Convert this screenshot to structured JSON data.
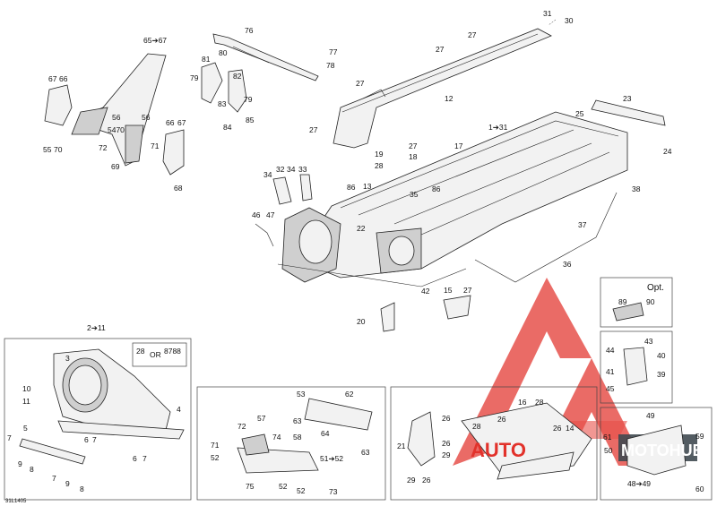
{
  "diagram_code": "31L1405",
  "option_label": "Opt.",
  "watermark": {
    "left": "AUTO",
    "right": "MOTOHUB",
    "color_red": "#e2322b",
    "color_dark": "#1f2a33"
  },
  "callouts": [
    {
      "id": "c31",
      "text": "31"
    },
    {
      "id": "c30",
      "text": "30"
    },
    {
      "id": "c27a",
      "text": "27"
    },
    {
      "id": "c27b",
      "text": "27"
    },
    {
      "id": "c27c",
      "text": "27"
    },
    {
      "id": "c27d",
      "text": "27"
    },
    {
      "id": "c12",
      "text": "12"
    },
    {
      "id": "c1_31",
      "text": "1➔31"
    },
    {
      "id": "c23",
      "text": "23"
    },
    {
      "id": "c25",
      "text": "25"
    },
    {
      "id": "c24",
      "text": "24"
    },
    {
      "id": "c65_67",
      "text": "65➔67"
    },
    {
      "id": "c76",
      "text": "76"
    },
    {
      "id": "c77",
      "text": "77"
    },
    {
      "id": "c78",
      "text": "78"
    },
    {
      "id": "c81",
      "text": "81"
    },
    {
      "id": "c80",
      "text": "80"
    },
    {
      "id": "c79a",
      "text": "79"
    },
    {
      "id": "c82",
      "text": "82"
    },
    {
      "id": "c79b",
      "text": "79"
    },
    {
      "id": "c83",
      "text": "83"
    },
    {
      "id": "c84",
      "text": "84"
    },
    {
      "id": "c85",
      "text": "85"
    },
    {
      "id": "c67a",
      "text": "67"
    },
    {
      "id": "c66a",
      "text": "66"
    },
    {
      "id": "c56a",
      "text": "56"
    },
    {
      "id": "c56b",
      "text": "56"
    },
    {
      "id": "c54_70",
      "text": "5470"
    },
    {
      "id": "c72",
      "text": "72"
    },
    {
      "id": "c55",
      "text": "55"
    },
    {
      "id": "c70",
      "text": "70"
    },
    {
      "id": "c71",
      "text": "71"
    },
    {
      "id": "c69",
      "text": "69"
    },
    {
      "id": "c66b",
      "text": "66"
    },
    {
      "id": "c67b",
      "text": "67"
    },
    {
      "id": "c68",
      "text": "68"
    },
    {
      "id": "c19",
      "text": "19"
    },
    {
      "id": "c28a",
      "text": "28"
    },
    {
      "id": "c27e",
      "text": "27"
    },
    {
      "id": "c18",
      "text": "18"
    },
    {
      "id": "c17",
      "text": "17"
    },
    {
      "id": "c86a",
      "text": "86"
    },
    {
      "id": "c86b",
      "text": "86"
    },
    {
      "id": "c13",
      "text": "13"
    },
    {
      "id": "c35",
      "text": "35"
    },
    {
      "id": "c32",
      "text": "32"
    },
    {
      "id": "c34a",
      "text": "34"
    },
    {
      "id": "c33",
      "text": "33"
    },
    {
      "id": "c34b",
      "text": "34"
    },
    {
      "id": "c38",
      "text": "38"
    },
    {
      "id": "c37",
      "text": "37"
    },
    {
      "id": "c46",
      "text": "46"
    },
    {
      "id": "c47",
      "text": "47"
    },
    {
      "id": "c22",
      "text": "22"
    },
    {
      "id": "c36",
      "text": "36"
    },
    {
      "id": "c42",
      "text": "42"
    },
    {
      "id": "c15",
      "text": "15"
    },
    {
      "id": "c27f",
      "text": "27"
    },
    {
      "id": "c20",
      "text": "20"
    },
    {
      "id": "c89",
      "text": "89"
    },
    {
      "id": "c90",
      "text": "90"
    },
    {
      "id": "c44",
      "text": "44"
    },
    {
      "id": "c43",
      "text": "43"
    },
    {
      "id": "c40",
      "text": "40"
    },
    {
      "id": "c41",
      "text": "41"
    },
    {
      "id": "c39",
      "text": "39"
    },
    {
      "id": "c45",
      "text": "45"
    },
    {
      "id": "c2_11",
      "text": "2➔11"
    },
    {
      "id": "c3",
      "text": "3"
    },
    {
      "id": "c28_or",
      "text": "28"
    },
    {
      "id": "c_or",
      "text": "OR"
    },
    {
      "id": "c8788",
      "text": "8788"
    },
    {
      "id": "c10",
      "text": "10"
    },
    {
      "id": "c11",
      "text": "11"
    },
    {
      "id": "c4",
      "text": "4"
    },
    {
      "id": "c5",
      "text": "5"
    },
    {
      "id": "c6a",
      "text": "6"
    },
    {
      "id": "c7a",
      "text": "7"
    },
    {
      "id": "c7b",
      "text": "7"
    },
    {
      "id": "c9a",
      "text": "9"
    },
    {
      "id": "c8a",
      "text": "8"
    },
    {
      "id": "c7c",
      "text": "7"
    },
    {
      "id": "c9b",
      "text": "9"
    },
    {
      "id": "c8b",
      "text": "8"
    },
    {
      "id": "c6b",
      "text": "6"
    },
    {
      "id": "c7d",
      "text": "7"
    },
    {
      "id": "c53",
      "text": "53"
    },
    {
      "id": "c62",
      "text": "62"
    },
    {
      "id": "c63a",
      "text": "63"
    },
    {
      "id": "c64",
      "text": "64"
    },
    {
      "id": "c63b",
      "text": "63"
    },
    {
      "id": "c72b",
      "text": "72"
    },
    {
      "id": "c57",
      "text": "57"
    },
    {
      "id": "c71b",
      "text": "71"
    },
    {
      "id": "c74",
      "text": "74"
    },
    {
      "id": "c58",
      "text": "58"
    },
    {
      "id": "c52a",
      "text": "52"
    },
    {
      "id": "c51_52",
      "text": "51➔52"
    },
    {
      "id": "c75",
      "text": "75"
    },
    {
      "id": "c52b",
      "text": "52"
    },
    {
      "id": "c52c",
      "text": "52"
    },
    {
      "id": "c73",
      "text": "73"
    },
    {
      "id": "c16",
      "text": "16"
    },
    {
      "id": "c28b",
      "text": "28"
    },
    {
      "id": "c26a",
      "text": "26"
    },
    {
      "id": "c26b",
      "text": "26"
    },
    {
      "id": "c14",
      "text": "14"
    },
    {
      "id": "c28c",
      "text": "28"
    },
    {
      "id": "c21",
      "text": "21"
    },
    {
      "id": "c26c",
      "text": "26"
    },
    {
      "id": "c29",
      "text": "29"
    },
    {
      "id": "c29b",
      "text": "29"
    },
    {
      "id": "c26d",
      "text": "26"
    },
    {
      "id": "c26e",
      "text": "26"
    },
    {
      "id": "c49",
      "text": "49"
    },
    {
      "id": "c61",
      "text": "61"
    },
    {
      "id": "c50",
      "text": "50"
    },
    {
      "id": "c59",
      "text": "59"
    },
    {
      "id": "c48_49",
      "text": "48➔49"
    },
    {
      "id": "c60",
      "text": "60"
    }
  ]
}
